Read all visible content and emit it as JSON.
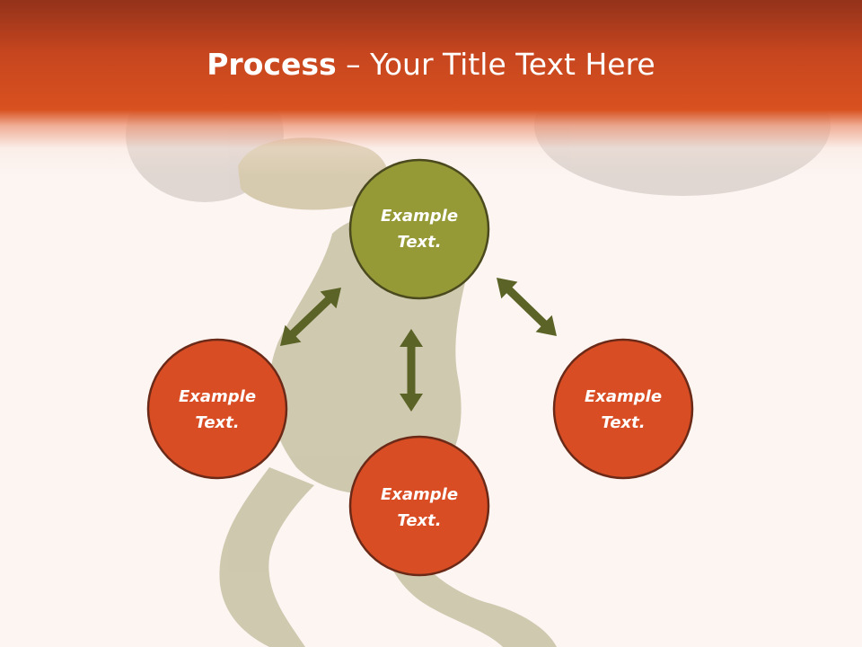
{
  "slide": {
    "title_bold": "Process",
    "title_rest": " – Your Title Text Here"
  },
  "colors": {
    "header": "#d8511f",
    "node_orange": "#d84d24",
    "node_green": "#969a36",
    "node_border": "#6b2a18",
    "arrow": "#5b6327",
    "background": "#fcf5f2"
  },
  "diagram": {
    "nodes": [
      {
        "id": "top",
        "line1": "Example",
        "line2": "Text.",
        "color": "green"
      },
      {
        "id": "left",
        "line1": "Example",
        "line2": "Text.",
        "color": "orange"
      },
      {
        "id": "bottom",
        "line1": "Example",
        "line2": "Text.",
        "color": "orange"
      },
      {
        "id": "right",
        "line1": "Example",
        "line2": "Text.",
        "color": "orange"
      }
    ],
    "arrows": [
      {
        "from": "top",
        "to": "left",
        "style": "double-headed"
      },
      {
        "from": "top",
        "to": "bottom",
        "style": "double-headed"
      },
      {
        "from": "top",
        "to": "right",
        "style": "double-headed"
      }
    ]
  }
}
